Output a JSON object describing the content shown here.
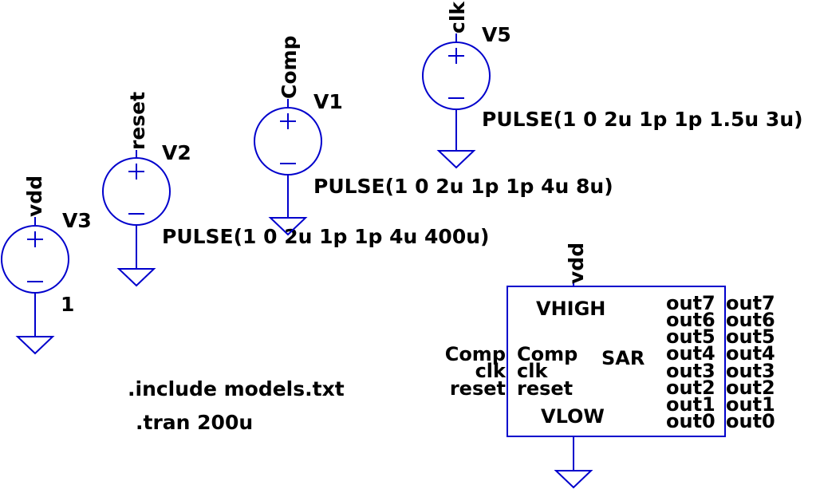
{
  "sources": [
    {
      "ref": "V3",
      "net": "vdd",
      "value": "1"
    },
    {
      "ref": "V2",
      "net": "reset",
      "value": "PULSE(1 0 2u 1p 1p 4u 400u)"
    },
    {
      "ref": "V1",
      "net": "Comp",
      "value": "PULSE(1 0 2u 1p 1p 4u 8u)"
    },
    {
      "ref": "V5",
      "net": "clk",
      "value": "PULSE(1 0 2u 1p 1p 1.5u 3u)"
    }
  ],
  "directives": {
    "include": ".include models.txt",
    "tran": ".tran 200u"
  },
  "sar_block": {
    "name": "SAR",
    "top_net": "vdd",
    "pin_vhigh": "VHIGH",
    "pin_vlow": "VLOW",
    "left_pins": [
      "Comp",
      "clk",
      "reset"
    ],
    "left_nets": [
      "Comp",
      "clk",
      "reset"
    ],
    "right_pins": [
      "out7",
      "out6",
      "out5",
      "out4",
      "out3",
      "out2",
      "out1",
      "out0"
    ],
    "right_nets": [
      "out7",
      "out6",
      "out5",
      "out4",
      "out3",
      "out2",
      "out1",
      "out0"
    ]
  },
  "colors": {
    "wire": "#0000cc",
    "text": "#000000",
    "background": "#ffffff"
  }
}
